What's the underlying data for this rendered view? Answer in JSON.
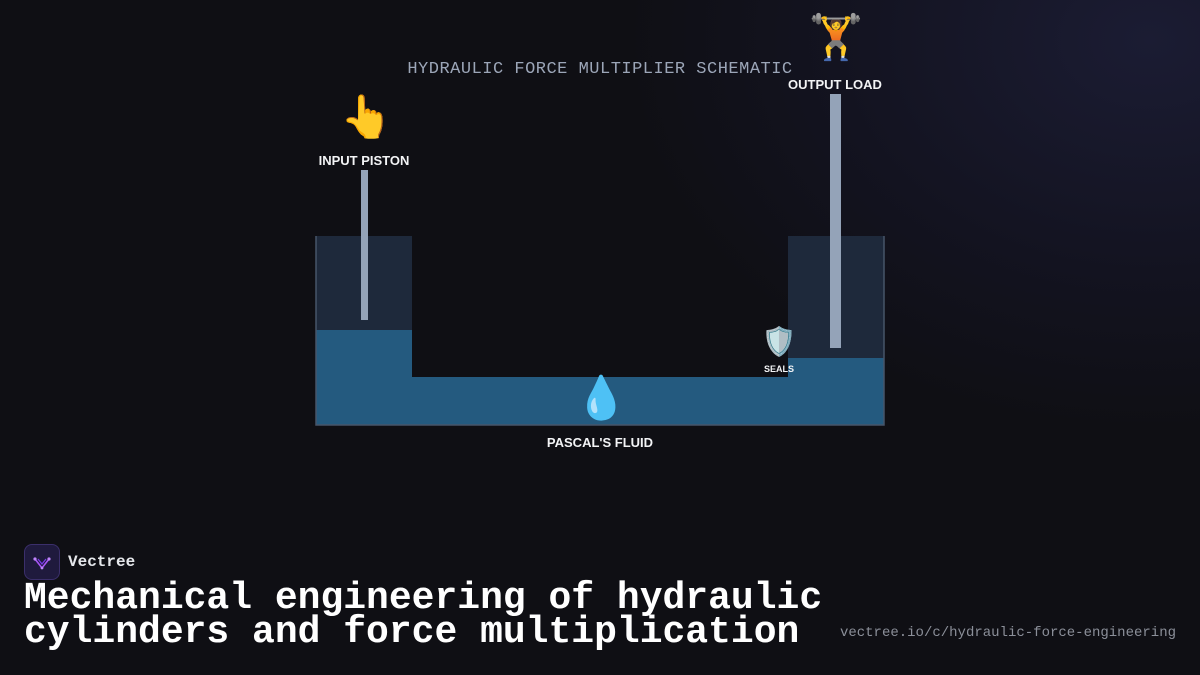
{
  "diagram": {
    "title": "HYDRAULIC FORCE MULTIPLIER SCHEMATIC",
    "input": {
      "label": "INPUT PISTON",
      "icon": "pointing-hand-icon",
      "glyph": "👆"
    },
    "output": {
      "label": "OUTPUT LOAD",
      "icon": "weightlifter-icon",
      "glyph": "🏋️"
    },
    "fluid": {
      "label": "PASCAL'S FLUID",
      "icon": "droplet-icon",
      "glyph": "💧"
    },
    "seals": {
      "label": "SEALS",
      "icon": "shield-icon",
      "glyph": "🛡️"
    },
    "colors": {
      "fluid": "#245a7f",
      "chamber": "#1e293b",
      "rod": "#94a3b8",
      "wall": "#475569",
      "accent": "#7c3aed"
    }
  },
  "footer": {
    "brand": "Vectree",
    "headline": "Mechanical engineering of hydraulic cylinders and force multiplication",
    "url": "vectree.io/c/hydraulic-force-engineering"
  }
}
